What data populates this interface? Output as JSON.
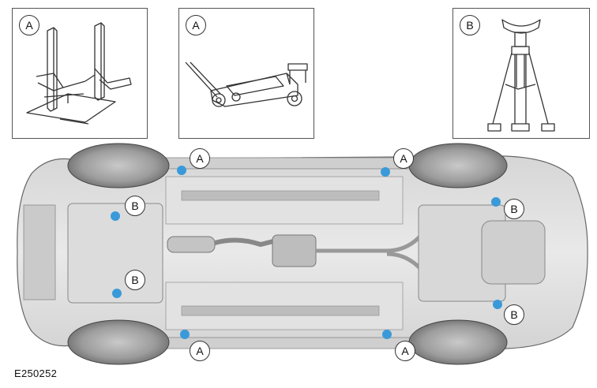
{
  "panels": [
    {
      "label": "A",
      "content": "two-post-lift-icon"
    },
    {
      "label": "A",
      "content": "trolley-jack-icon"
    },
    {
      "label": "B",
      "content": "axle-stand-icon"
    }
  ],
  "callouts": {
    "front_left_lift": "A",
    "rear_left_lift": "A",
    "front_right_lift": "A",
    "rear_right_lift": "A",
    "front_left_stand": "B",
    "front_right_stand": "B",
    "rear_left_stand": "B",
    "rear_right_stand": "B"
  },
  "colors": {
    "point": "#3a9ad9",
    "line": "#333333"
  },
  "figure_id": "E250252"
}
